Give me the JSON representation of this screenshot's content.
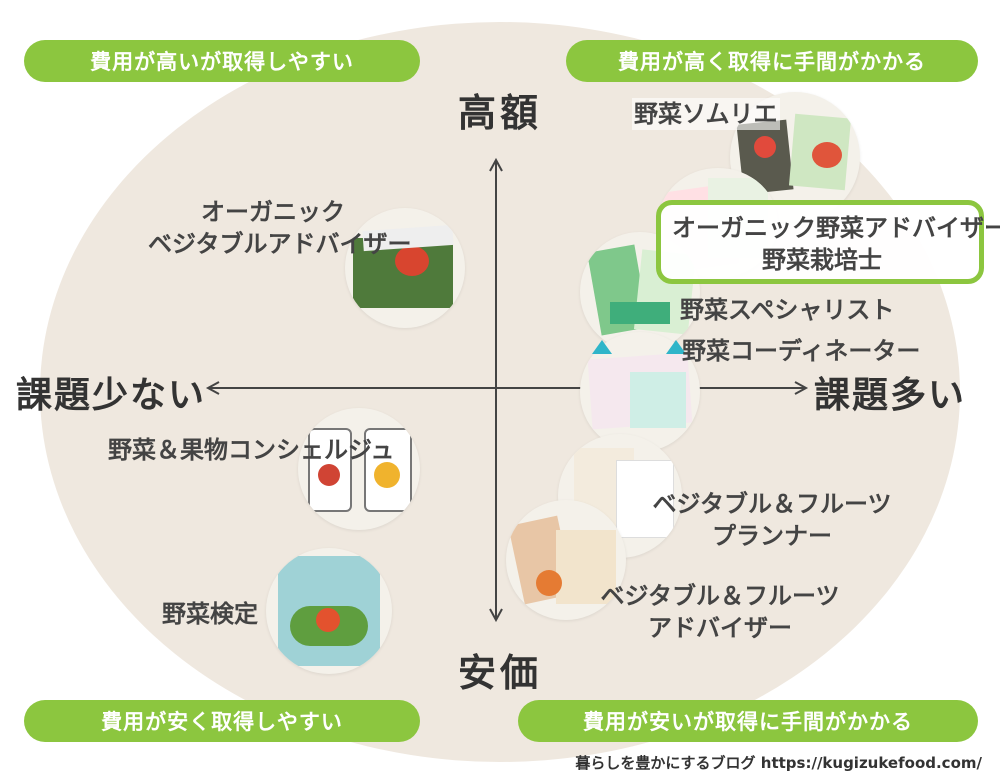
{
  "quadrants": {
    "top_left": "費用が高いが取得しやすい",
    "top_right": "費用が高く取得に手間がかかる",
    "bottom_left": "費用が安く取得しやすい",
    "bottom_right": "費用が安いが取得に手間がかかる"
  },
  "axes": {
    "top": "高額",
    "bottom": "安価",
    "left": "課題少ない",
    "right": "課題多い"
  },
  "certifications": {
    "vegetable_sommelier": "野菜ソムリエ",
    "organic_vegetable_advisor_line1": "オーガニック野菜アドバイザー",
    "organic_vegetable_advisor_line2": "野菜栽培士",
    "vegetable_specialist": "野菜スペシャリスト",
    "vegetable_coordinator": "野菜コーディネーター",
    "organic_vegetable_advisor_left_line1": "オーガニック",
    "organic_vegetable_advisor_left_line2": "ベジタブルアドバイザー",
    "vegetable_fruit_concierge": "野菜＆果物コンシェルジュ",
    "vegetable_exam": "野菜検定",
    "vegetable_fruit_planner_line1": "ベジタブル＆フルーツ",
    "vegetable_fruit_planner_line2": "プランナー",
    "vegetable_fruit_advisor_line1": "ベジタブル＆フルーツ",
    "vegetable_fruit_advisor_line2": "アドバイザー"
  },
  "footer": "暮らしを豊かにするブログ https://kugizukefood.com/",
  "colors": {
    "accent_green": "#8cc63f",
    "background_ellipse": "#efe8df",
    "accent_teal": "#2fb5c9"
  }
}
